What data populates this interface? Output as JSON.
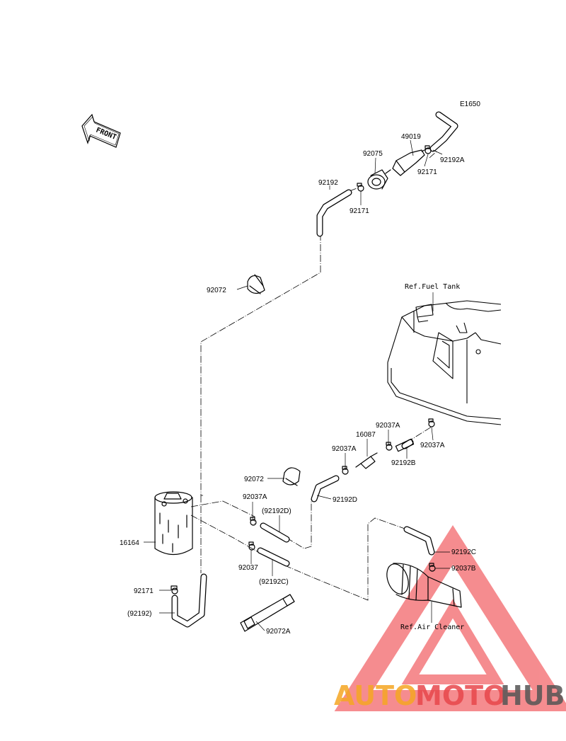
{
  "diagram_code": "E1650",
  "front_label": "FRONT",
  "labels": {
    "p49019": "49019",
    "p92075": "92075",
    "p92192A": "92192A",
    "p92171_top": "92171",
    "p92192": "92192",
    "p92171_mid": "92171",
    "p92072_top": "92072",
    "ref_fuel_tank": "Ref.Fuel Tank",
    "p92037A_right": "92037A",
    "p16087": "16087",
    "p92037A_mid": "92037A",
    "p92037A_rr": "92037A",
    "p92192B": "92192B",
    "p92072_mid": "92072",
    "p92192D": "92192D",
    "p92037A_left": "92037A",
    "p92192D_paren": "(92192D)",
    "p16164": "16164",
    "p92037": "92037",
    "p92192C_paren": "(92192C)",
    "p92192C": "92192C",
    "p92037B": "92037B",
    "p92171_bot": "92171",
    "p92192_paren": "(92192)",
    "ref_air_cleaner": "Ref.Air Cleaner",
    "p92072A": "92072A"
  },
  "watermark": {
    "part1": "AUTO",
    "part2": "MOTO",
    "part3": "HUB",
    "color1": "#f5a623",
    "color2": "#e8474c",
    "color3": "#555555",
    "triangle_color": "#ee2f35"
  }
}
